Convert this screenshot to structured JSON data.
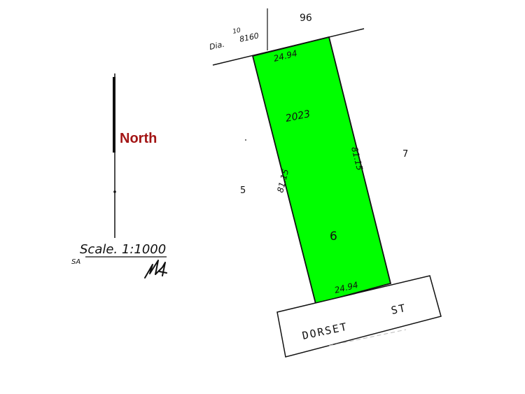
{
  "north": {
    "label": "North",
    "label_color": "#a31515"
  },
  "scale": {
    "label": "Scale. 1:1000"
  },
  "diagram": {
    "ref_prefix": "Dia.",
    "ref_number": "10",
    "ref_sub": "8160"
  },
  "lots": {
    "subject": "6",
    "left": "5",
    "right": "7",
    "top": "96"
  },
  "dimensions": {
    "top_frontage": "24.94",
    "bottom_frontage": "24.94",
    "left_side": "81.15",
    "right_side": "81.15",
    "area": "2023"
  },
  "street": {
    "name_left": "DORSET",
    "name_right": "ST"
  },
  "colors": {
    "lot_fill": "#00ff00",
    "line": "#111111"
  },
  "icons": {
    "north_arrow": "north-arrow-icon",
    "signature": "signature-mark"
  }
}
